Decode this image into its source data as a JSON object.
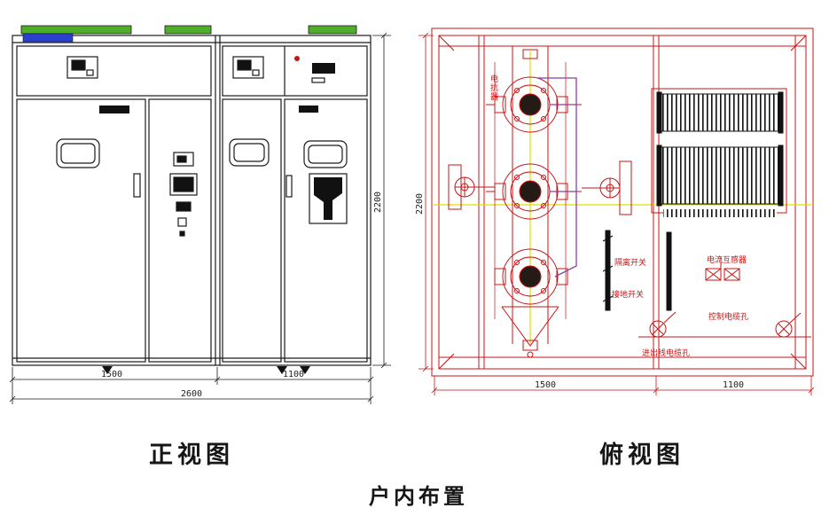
{
  "captions": {
    "front_view": "正视图",
    "top_view": "俯视图",
    "overall": "户内布置"
  },
  "front_view_dims": {
    "left_width": "1500",
    "right_width": "1100",
    "total_width": "2600",
    "height": "2200"
  },
  "top_view_dims": {
    "left_width": "1500",
    "right_width": "1100",
    "depth": "2200"
  },
  "top_view_labels": {
    "reactor": "电抗器",
    "isolating_switch": "隔离开关",
    "earthing_switch": "接地开关",
    "current_transformer": "电流互感器",
    "control_cable_hole": "控制电缆孔",
    "cable_hole": "进出线电缆孔"
  },
  "colors": {
    "drawing_black": "#1a1a1a",
    "drawing_red": "#c81414",
    "centerline_yellow": "#e3de00",
    "wiring_purple": "#8a3f9e",
    "cabinet_green": "#4fae28",
    "label_blue": "#2b3fd0"
  }
}
